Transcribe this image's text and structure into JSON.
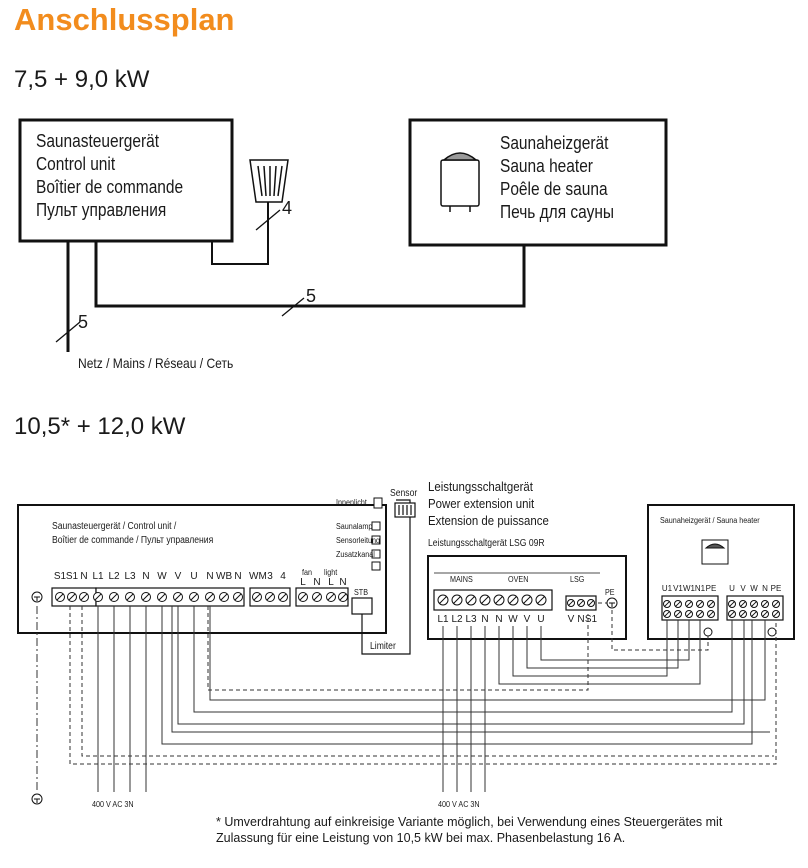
{
  "title": "Anschlussplan",
  "section1": {
    "heading": "7,5 + 9,0 kW",
    "control_unit": [
      "Saunasteuergerät",
      "Control unit",
      "Boîtier de commande",
      "Пульт управления"
    ],
    "sauna_heater": [
      "Saunaheizgerät",
      "Sauna heater",
      "Poêle de sauna",
      "Печь для сауны"
    ],
    "cable_sensor": "4",
    "cable_heater": "5",
    "cable_mains": "5",
    "mains_label": "Netz / Mains / Réseau / Сеть"
  },
  "section2": {
    "heading": "10,5* + 12,0 kW",
    "control_unit_label": [
      "Saunasteuergerät / Control unit /",
      "Boîtier de commande / Пульт управления"
    ],
    "sensor_label": "Sensor",
    "stb_label": "STB",
    "limiter_label": "Limiter",
    "fan_label": "fan",
    "light_label": "light",
    "ctrl_terminals": [
      "S1",
      "S1",
      "N",
      "L1",
      "L2",
      "L3",
      "N",
      "W",
      "V",
      "U",
      "N",
      "WB",
      "N"
    ],
    "wm_terminals": [
      "WM",
      "3",
      "4"
    ],
    "fan_light_terminals": [
      "L",
      "N",
      "L",
      "N"
    ],
    "switch_labels": [
      "Innenlicht",
      "Saunalamp",
      "Sensorleitung",
      "Zusatzkanal"
    ],
    "plu_title": [
      "Leistungsschaltgerät",
      "Power extension unit",
      "Extension de puissance"
    ],
    "lsg_label": "Leistungsschaltgerät LSG 09R",
    "lsg_groups": [
      "MAINS",
      "OVEN",
      "LSG"
    ],
    "lsg_terminals": [
      "L1",
      "L2",
      "L3",
      "N",
      "N",
      "W",
      "V",
      "U"
    ],
    "lsg_small_terminals": [
      "V",
      "N",
      "S1"
    ],
    "pe_label": "PE",
    "heater_label": "Saunaheizgerät / Sauna heater",
    "heater_terminals_left": [
      "U1",
      "V1",
      "W1",
      "N1",
      "PE"
    ],
    "heater_terminals_right": [
      "U",
      "V",
      "W",
      "N",
      "PE"
    ],
    "supply_left": "400 V AC 3N",
    "supply_right": "400 V AC 3N"
  },
  "footnote": [
    "* Umverdrahtung auf einkreisige Variante möglich, bei Verwendung eines Steuergerätes mit",
    "Zulassung für eine Leistung von 10,5 kW bei max. Phasenbelastung 16 A."
  ]
}
